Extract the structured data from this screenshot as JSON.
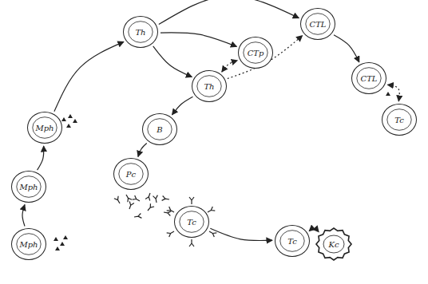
{
  "diagram": {
    "nodes": [
      {
        "text": [
          "Mph"
        ]
      },
      {
        "text": [
          "Mph"
        ]
      },
      {
        "text": [
          "Mph"
        ]
      },
      {
        "text": [
          "Th"
        ]
      },
      {
        "text": [
          "CTp"
        ]
      },
      {
        "text": [
          "Th"
        ]
      },
      {
        "text": [
          "CTL"
        ]
      },
      {
        "text": [
          "CTL"
        ]
      },
      {
        "text": [
          "Tc"
        ]
      },
      {
        "text": [
          "B"
        ]
      },
      {
        "text": [
          "Pc"
        ]
      },
      {
        "text": [
          "Tc"
        ]
      },
      {
        "text": [
          "Tc"
        ]
      },
      {
        "text": [
          "Kc"
        ]
      }
    ],
    "edges": [
      {
        "from": 0,
        "to": 1,
        "arrow": "to"
      },
      {
        "from": 1,
        "to": 2,
        "arrow": "to"
      },
      {
        "from": 2,
        "to": 3,
        "arrow": "to"
      },
      {
        "from": 3,
        "to": 6,
        "arrow": "to"
      },
      {
        "from": 3,
        "to": 4,
        "arrow": "to"
      },
      {
        "from": 3,
        "to": 5,
        "arrow": "to"
      },
      {
        "from": 5,
        "to": 4,
        "arrow": "both"
      },
      {
        "from": 5,
        "to": 6,
        "arrow": "to"
      },
      {
        "from": 6,
        "to": 7,
        "arrow": "to"
      },
      {
        "from": 7,
        "to": 8,
        "arrow": "both"
      },
      {
        "from": 5,
        "to": 9,
        "arrow": "to"
      },
      {
        "from": 9,
        "to": 10,
        "arrow": "to"
      },
      {
        "from": 11,
        "to": 12,
        "arrow": "to"
      },
      {
        "from": 12,
        "to": 13,
        "arrow": "both"
      }
    ]
  }
}
